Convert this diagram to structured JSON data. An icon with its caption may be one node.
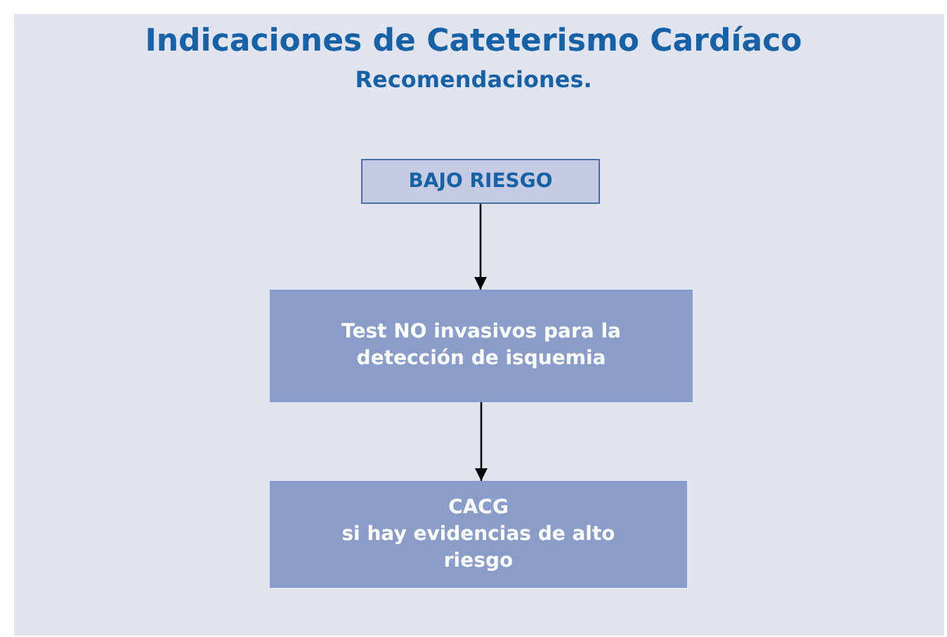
{
  "diagram": {
    "title": "Indicaciones de Cateterismo Cardíaco",
    "nodes": [
      {
        "text": [
          "BAJO RIESGO"
        ]
      },
      {
        "text": [
          "Test NO invasivos para la detección de isquemia"
        ]
      },
      {
        "text": [
          "CACG",
          "si hay evidencias de alto riesgo"
        ]
      }
    ],
    "edges": [
      {
        "from": 0,
        "to": 1,
        "arrow": "to"
      },
      {
        "from": 1,
        "to": 2,
        "arrow": "to"
      }
    ],
    "labels": [
      "Recomendaciones."
    ]
  }
}
